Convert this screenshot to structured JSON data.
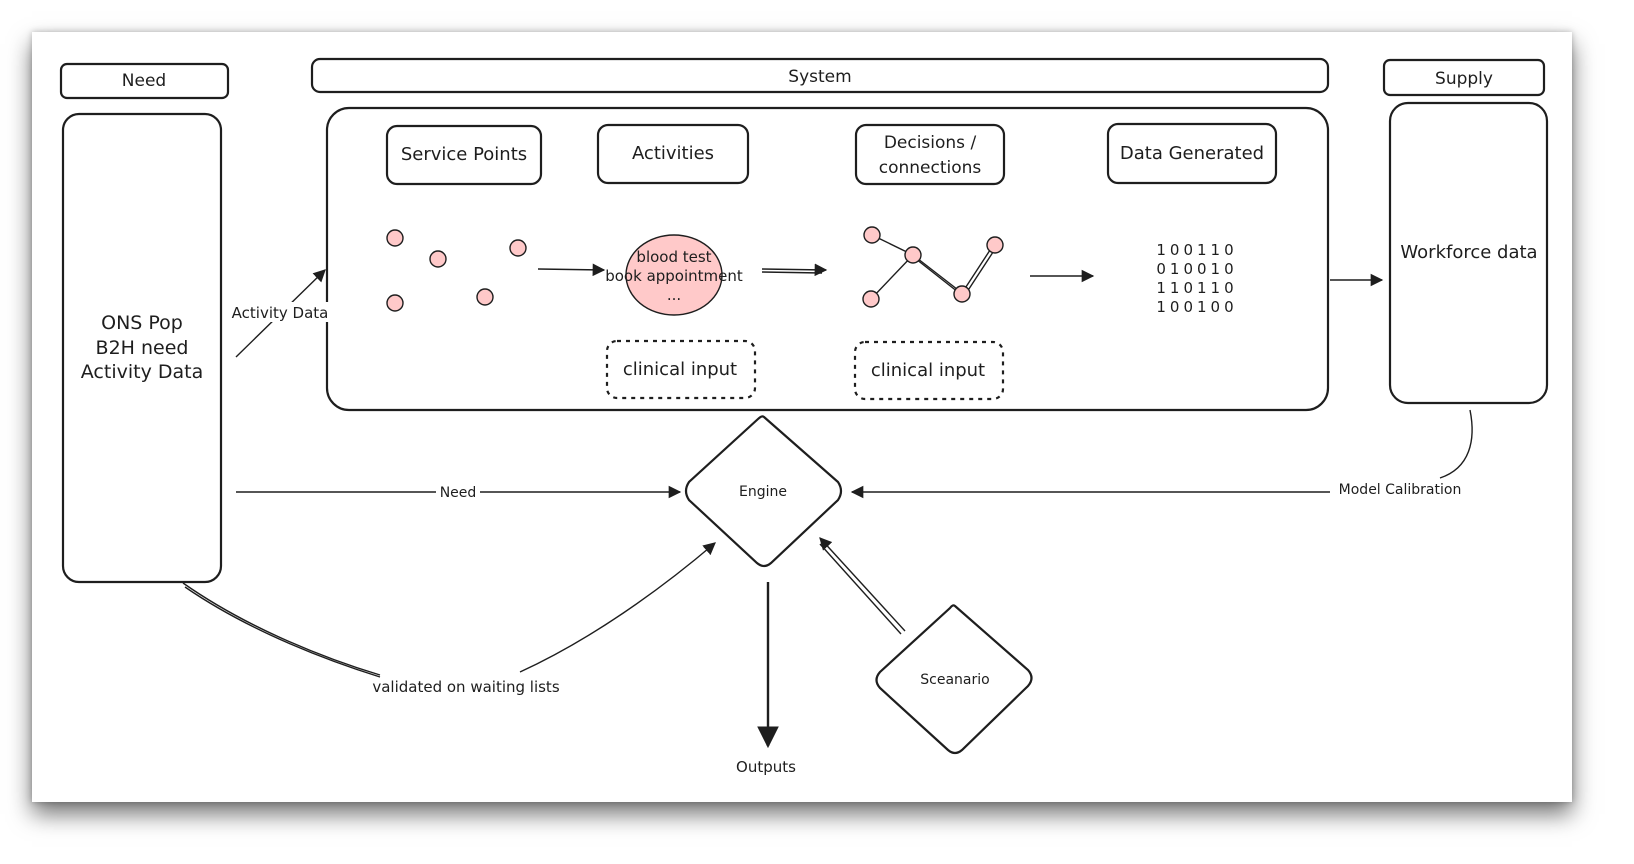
{
  "need": {
    "title": "Need",
    "content_lines": [
      "ONS Pop",
      "B2H need",
      "Activity Data"
    ]
  },
  "system": {
    "title": "System",
    "columns": [
      "Service Points",
      "Activities",
      "Decisions /",
      "connections",
      "Data Generated"
    ],
    "activity_node_lines": [
      "blood test",
      "book appointment",
      "..."
    ],
    "clinical_input_1": "clinical input",
    "clinical_input_2": "clinical input",
    "binary_rows": [
      "100110",
      "010010",
      "110110",
      "100100"
    ]
  },
  "supply": {
    "title": "Supply",
    "content": "Workforce data"
  },
  "edges": {
    "activity_data": "Activity Data",
    "need": "Need",
    "model_calibration": "Model Calibration",
    "validated": "validated on waiting lists"
  },
  "engine": "Engine",
  "scenario": "Sceanario",
  "outputs": "Outputs",
  "colors": {
    "node_fill": "#ffc9c9",
    "stroke": "#1e1e1e"
  }
}
